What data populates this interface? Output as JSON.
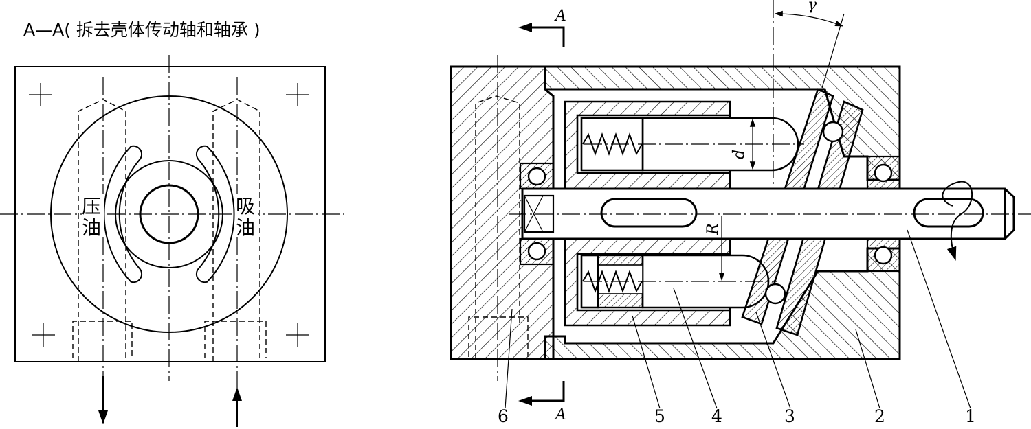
{
  "section_title": "A—A( 拆去壳体传动轴和轴承 )",
  "left_view": {
    "label_pressure": [
      "压",
      "油"
    ],
    "label_suction": [
      "吸",
      "油"
    ]
  },
  "right_view": {
    "section_mark_top": "A",
    "section_mark_bottom": "A",
    "angle_label": "γ",
    "dim_d": "d",
    "dim_R": "R"
  },
  "part_numbers": [
    "6",
    "5",
    "4",
    "3",
    "2",
    "1"
  ]
}
